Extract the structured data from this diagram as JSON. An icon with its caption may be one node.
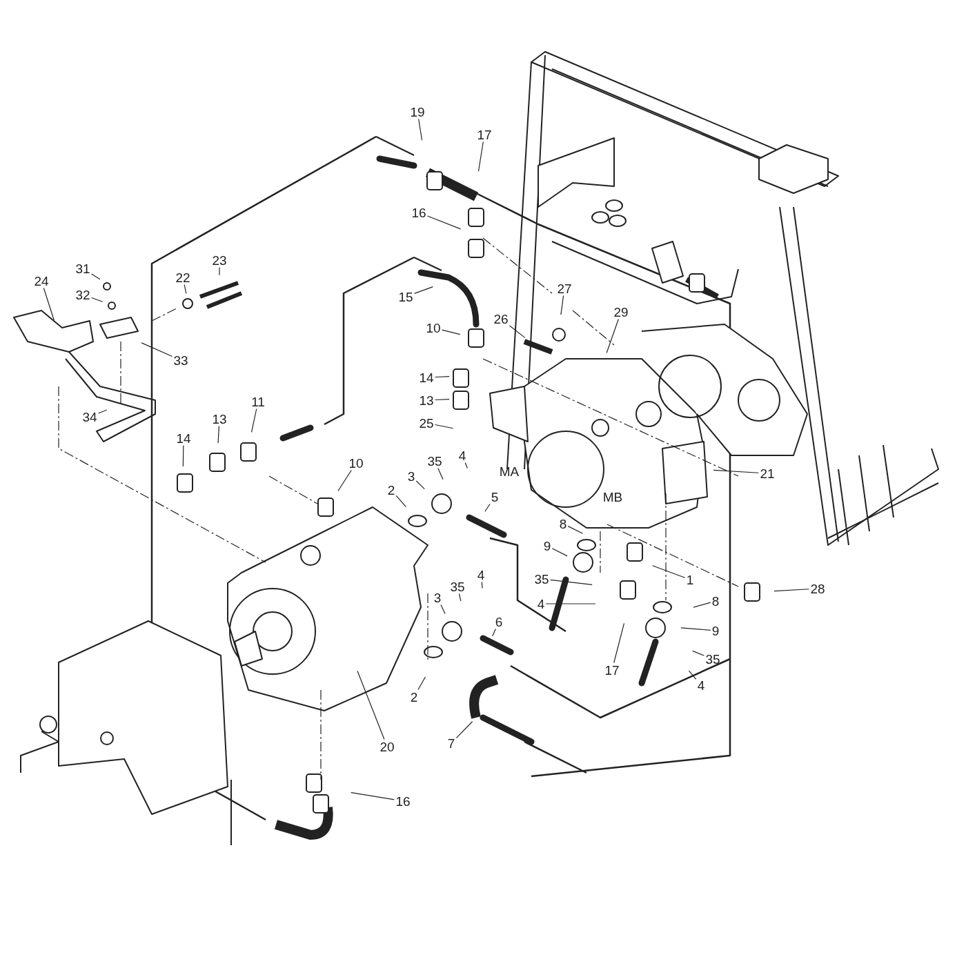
{
  "diagram": {
    "nodes": [
      {
        "text": [
          "19"
        ]
      },
      {
        "text": [
          "17"
        ]
      },
      {
        "text": [
          "16"
        ]
      },
      {
        "text": [
          "15"
        ]
      },
      {
        "text": [
          "10"
        ]
      },
      {
        "text": [
          "27"
        ]
      },
      {
        "text": [
          "26"
        ]
      },
      {
        "text": [
          "29"
        ]
      },
      {
        "text": [
          "14"
        ]
      },
      {
        "text": [
          "13"
        ]
      },
      {
        "text": [
          "25"
        ]
      },
      {
        "text": [
          "35"
        ]
      },
      {
        "text": [
          "4"
        ]
      },
      {
        "text": [
          "3"
        ]
      },
      {
        "text": [
          "2"
        ]
      },
      {
        "text": [
          "5"
        ]
      },
      {
        "text": [
          "21"
        ]
      },
      {
        "text": [
          "31"
        ]
      },
      {
        "text": [
          "32"
        ]
      },
      {
        "text": [
          "24"
        ]
      },
      {
        "text": [
          "22"
        ]
      },
      {
        "text": [
          "23"
        ]
      },
      {
        "text": [
          "33"
        ]
      },
      {
        "text": [
          "34"
        ]
      },
      {
        "text": [
          "11"
        ]
      },
      {
        "text": [
          "13"
        ]
      },
      {
        "text": [
          "14"
        ]
      },
      {
        "text": [
          "10"
        ]
      },
      {
        "text": [
          "8"
        ]
      },
      {
        "text": [
          "9"
        ]
      },
      {
        "text": [
          "35"
        ]
      },
      {
        "text": [
          "4"
        ]
      },
      {
        "text": [
          "1"
        ]
      },
      {
        "text": [
          "28"
        ]
      },
      {
        "text": [
          "8"
        ]
      },
      {
        "text": [
          "9"
        ]
      },
      {
        "text": [
          "35"
        ]
      },
      {
        "text": [
          "4"
        ]
      },
      {
        "text": [
          "17"
        ]
      },
      {
        "text": [
          "4"
        ]
      },
      {
        "text": [
          "35"
        ]
      },
      {
        "text": [
          "3"
        ]
      },
      {
        "text": [
          "6"
        ]
      },
      {
        "text": [
          "2"
        ]
      },
      {
        "text": [
          "20"
        ]
      },
      {
        "text": [
          "7"
        ]
      },
      {
        "text": [
          "16"
        ]
      }
    ],
    "edges": [
      {
        "from": 0,
        "to": null,
        "arrow": "none"
      },
      {
        "from": 1,
        "to": null,
        "arrow": "none"
      },
      {
        "from": 2,
        "to": null,
        "arrow": "none"
      },
      {
        "from": 3,
        "to": null,
        "arrow": "none"
      },
      {
        "from": 4,
        "to": null,
        "arrow": "none"
      },
      {
        "from": 5,
        "to": null,
        "arrow": "none"
      },
      {
        "from": 6,
        "to": null,
        "arrow": "none"
      },
      {
        "from": 7,
        "to": null,
        "arrow": "none"
      },
      {
        "from": 8,
        "to": null,
        "arrow": "none"
      },
      {
        "from": 9,
        "to": null,
        "arrow": "none"
      },
      {
        "from": 10,
        "to": null,
        "arrow": "none"
      },
      {
        "from": 11,
        "to": null,
        "arrow": "none"
      },
      {
        "from": 12,
        "to": null,
        "arrow": "none"
      },
      {
        "from": 13,
        "to": null,
        "arrow": "none"
      },
      {
        "from": 14,
        "to": null,
        "arrow": "none"
      },
      {
        "from": 15,
        "to": null,
        "arrow": "none"
      },
      {
        "from": 16,
        "to": null,
        "arrow": "none"
      },
      {
        "from": 17,
        "to": null,
        "arrow": "none"
      },
      {
        "from": 18,
        "to": null,
        "arrow": "none"
      },
      {
        "from": 19,
        "to": null,
        "arrow": "none"
      },
      {
        "from": 20,
        "to": null,
        "arrow": "none"
      },
      {
        "from": 21,
        "to": null,
        "arrow": "none"
      },
      {
        "from": 22,
        "to": null,
        "arrow": "none"
      },
      {
        "from": 23,
        "to": null,
        "arrow": "none"
      },
      {
        "from": 24,
        "to": null,
        "arrow": "none"
      },
      {
        "from": 25,
        "to": null,
        "arrow": "none"
      },
      {
        "from": 26,
        "to": null,
        "arrow": "none"
      },
      {
        "from": 27,
        "to": null,
        "arrow": "none"
      },
      {
        "from": 28,
        "to": null,
        "arrow": "none"
      },
      {
        "from": 29,
        "to": null,
        "arrow": "none"
      },
      {
        "from": 30,
        "to": null,
        "arrow": "none"
      },
      {
        "from": 31,
        "to": null,
        "arrow": "none"
      },
      {
        "from": 32,
        "to": null,
        "arrow": "none"
      },
      {
        "from": 33,
        "to": null,
        "arrow": "none"
      },
      {
        "from": 34,
        "to": null,
        "arrow": "none"
      },
      {
        "from": 35,
        "to": null,
        "arrow": "none"
      },
      {
        "from": 36,
        "to": null,
        "arrow": "none"
      },
      {
        "from": 37,
        "to": null,
        "arrow": "none"
      },
      {
        "from": 38,
        "to": null,
        "arrow": "none"
      },
      {
        "from": 39,
        "to": null,
        "arrow": "none"
      },
      {
        "from": 40,
        "to": null,
        "arrow": "none"
      },
      {
        "from": 41,
        "to": null,
        "arrow": "none"
      },
      {
        "from": 42,
        "to": null,
        "arrow": "none"
      },
      {
        "from": 43,
        "to": null,
        "arrow": "none"
      },
      {
        "from": 44,
        "to": null,
        "arrow": "none"
      },
      {
        "from": 45,
        "to": null,
        "arrow": "none"
      },
      {
        "from": 46,
        "to": null,
        "arrow": "none"
      }
    ],
    "labels": [
      "MA",
      "MB"
    ]
  }
}
